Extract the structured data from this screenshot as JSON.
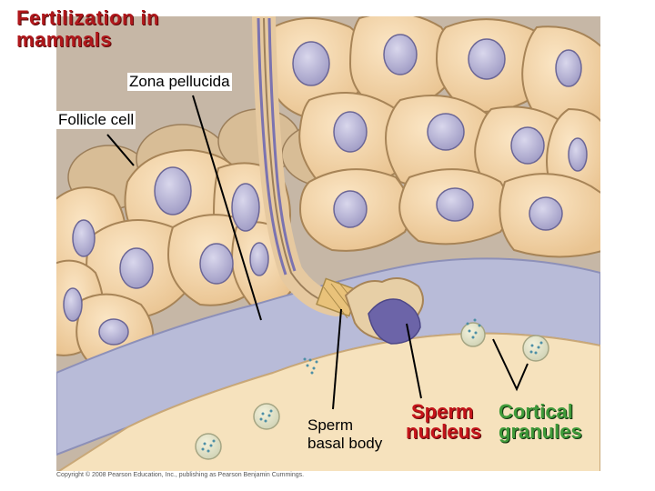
{
  "title": {
    "line1": "Fertilization in",
    "line2": "mammals"
  },
  "labels": {
    "zona_pellucida": "Zona pellucida",
    "follicle_cell": "Follicle cell",
    "sperm_basal_body_line1": "Sperm",
    "sperm_basal_body_line2": "basal body",
    "sperm_nucleus_line1": "Sperm",
    "sperm_nucleus_line2": "nucleus",
    "cortical_granules_line1": "Cortical",
    "cortical_granules_line2": "granules"
  },
  "copyright": "Copyright © 2008 Pearson Education, Inc., publishing as Pearson Benjamin Cummings.",
  "colors": {
    "title": "#b0181c",
    "sperm_nucleus_label": "#c4141a",
    "cortical_granules_label": "#3f9a3a",
    "follicle_cell": "#f1d3a4",
    "follicle_nucleus": "#b9b6d4",
    "zona_pellucida": "#b8bbd8",
    "egg_cytoplasm": "#f6e2bd",
    "sperm_nucleus": "#6c64a8"
  }
}
